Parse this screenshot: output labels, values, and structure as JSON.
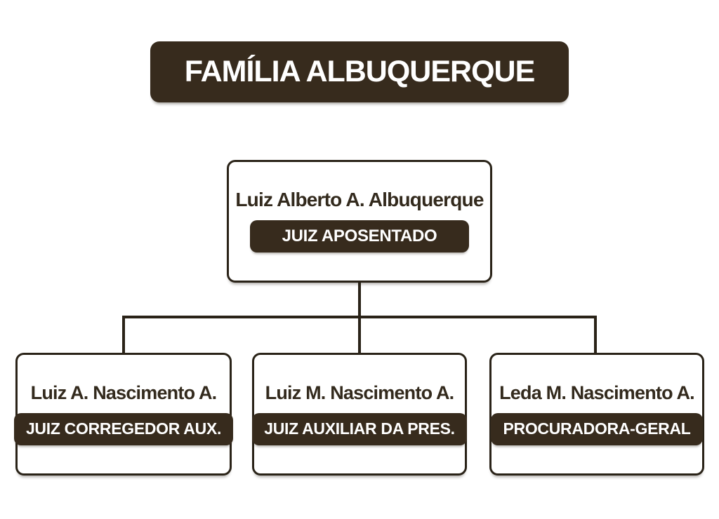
{
  "title": "FAMÍLIA ALBUQUERQUE",
  "colors": {
    "banner_and_badge_brown": "#372b1d",
    "connector_line": "#2a2318",
    "name_text": "#332a1d",
    "badge_text": "#ffffff",
    "card_background": "#ffffff",
    "page_background": "#ffffff"
  },
  "org_chart": {
    "root": {
      "name": "Luiz Alberto A. Albuquerque",
      "role": "JUIZ APOSENTADO"
    },
    "children": [
      {
        "name": "Luiz A. Nascimento A.",
        "role": "JUIZ CORREGEDOR AUX."
      },
      {
        "name": "Luiz M. Nascimento A.",
        "role": "JUIZ AUXILIAR DA PRES."
      },
      {
        "name": "Leda M. Nascimento A.",
        "role": "PROCURADORA-GERAL"
      }
    ]
  }
}
